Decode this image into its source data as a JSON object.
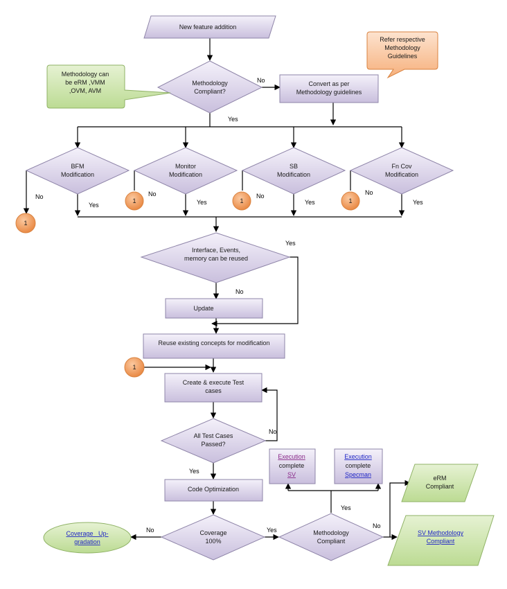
{
  "nodes": {
    "start": "New feature addition",
    "meth_compliant": [
      "Methodology",
      "Compliant?"
    ],
    "convert": [
      "Convert as per",
      "Methodology guidelines"
    ],
    "refer_note": [
      "Refer respective",
      "Methodology",
      "Guidelines"
    ],
    "meth_note": [
      "Methodology can",
      "be eRM ,VMM",
      ",OVM, AVM"
    ],
    "bfm": [
      "BFM",
      "Modification"
    ],
    "monitor": [
      "Monitor",
      "Modification"
    ],
    "sb": [
      "SB",
      "Modification"
    ],
    "fncov": [
      "Fn Cov",
      "Modification"
    ],
    "reuse_q": [
      "Interface, Events,",
      "memory can be reused"
    ],
    "update": "Update",
    "reuse_existing": "Reuse existing concepts for modification",
    "create_tests": [
      "Create & execute Test",
      "cases"
    ],
    "all_passed": [
      "All Test Cases",
      "Passed?"
    ],
    "code_opt": "Code Optimization",
    "coverage": [
      "Coverage",
      "100%"
    ],
    "coverage_upgrade": [
      "Coverage   Up-",
      "gradation"
    ],
    "meth_compliant2": [
      "Methodology",
      "Compliant"
    ],
    "exec_sv": [
      "Execution",
      "complete",
      "SV"
    ],
    "exec_specman": [
      "Execution",
      "complete",
      "Specman"
    ],
    "erm_compliant": [
      "eRM",
      "Compliant"
    ],
    "sv_compliant": [
      "SV Methodology",
      "Compliant"
    ],
    "connector": "1"
  },
  "edge_labels": {
    "yes": "Yes",
    "no": "No"
  },
  "colors": {
    "node_fill_top": "#f4f1fa",
    "node_fill_bottom": "#c9bfdd",
    "node_stroke": "#8e84a8",
    "green_fill": "#c9e3a6",
    "green_stroke": "#8fb265",
    "orange_fill": "#f7b98c",
    "orange_stroke": "#d9823f",
    "connector_fill": "#f0a062",
    "link_blue": "#1f25c6",
    "link_purple": "#8a2a8a",
    "line": "#000000"
  }
}
